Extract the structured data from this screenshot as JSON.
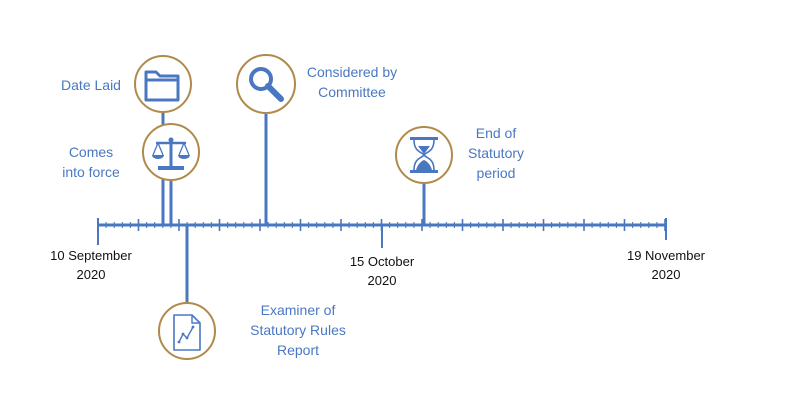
{
  "colors": {
    "axis": "#4a78c0",
    "icon_fill": "#4a78c0",
    "circle_border": "#b08a4a",
    "event_label": "#4a78c0",
    "date_label": "#111111"
  },
  "axis_dates": [
    {
      "line1": "10 September",
      "line2": "2020"
    },
    {
      "line1": "15 October",
      "line2": "2020"
    },
    {
      "line1": "19 November",
      "line2": "2020"
    }
  ],
  "events": [
    {
      "id": "date-laid",
      "icon": "folder-icon",
      "label_lines": [
        "Date Laid"
      ]
    },
    {
      "id": "comes-into-force",
      "icon": "scales-icon",
      "label_lines": [
        "Comes",
        "into force"
      ]
    },
    {
      "id": "considered-by-committee",
      "icon": "magnifier-icon",
      "label_lines": [
        "Considered by",
        "Committee"
      ]
    },
    {
      "id": "end-of-statutory-period",
      "icon": "hourglass-icon",
      "label_lines": [
        "End of",
        "Statutory",
        "period"
      ]
    },
    {
      "id": "examiner-report",
      "icon": "report-chart-icon",
      "label_lines": [
        "Examiner of",
        "Statutory Rules",
        "Report"
      ]
    }
  ]
}
